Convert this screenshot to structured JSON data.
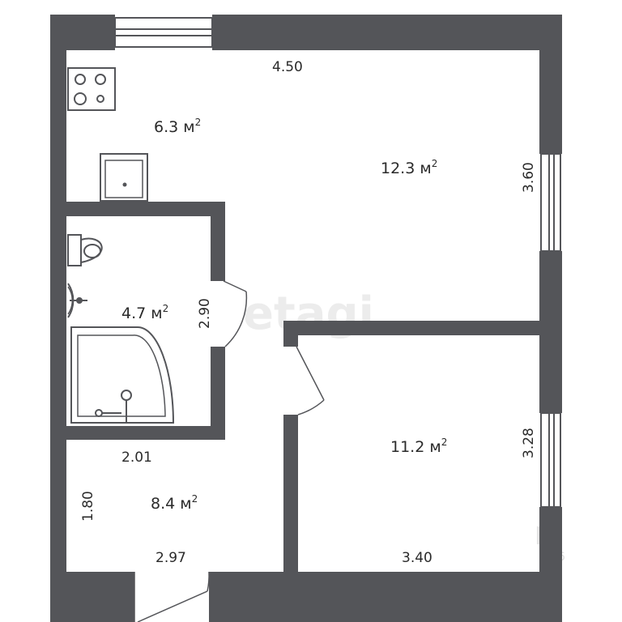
{
  "colors": {
    "wall": "#545559",
    "background": "#ffffff",
    "fixture": "#6a6a6a",
    "watermark": "#ececec"
  },
  "rooms": [
    {
      "id": "kitchen",
      "area": "6.3 м",
      "unit_sup": "2"
    },
    {
      "id": "living",
      "area": "12.3 м",
      "unit_sup": "2"
    },
    {
      "id": "bathroom",
      "area": "4.7 м",
      "unit_sup": "2"
    },
    {
      "id": "bedroom",
      "area": "11.2 м",
      "unit_sup": "2"
    },
    {
      "id": "hallway",
      "area": "8.4 м",
      "unit_sup": "2"
    }
  ],
  "dimensions": {
    "top_width": "4.50",
    "living_height": "3.60",
    "bathroom_height": "2.90",
    "bathroom_width": "2.01",
    "hall_height": "1.80",
    "hall_width": "2.97",
    "bedroom_height": "3.28",
    "bedroom_width": "3.40"
  },
  "watermark": {
    "brand": "etagi",
    "corner": "Н",
    "corner_num": "46"
  },
  "icons": [
    "stove-icon",
    "sink-icon",
    "toilet-icon",
    "washbasin-icon",
    "shower-icon"
  ]
}
